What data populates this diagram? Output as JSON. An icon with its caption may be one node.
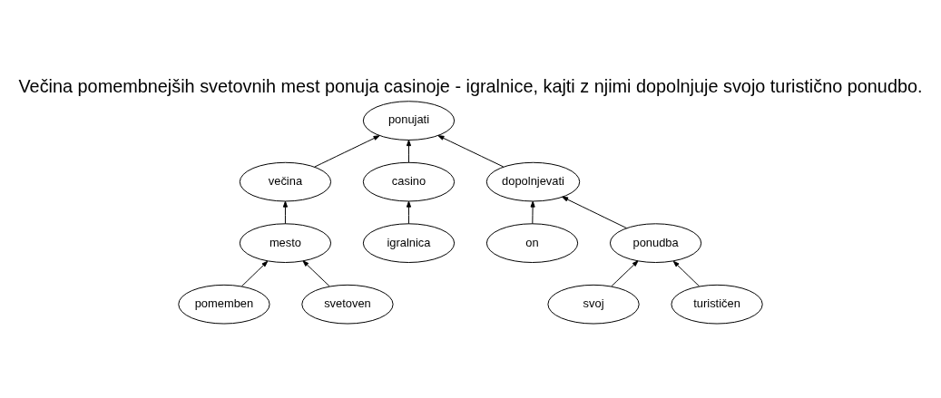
{
  "diagram": {
    "title": "Večina pomembnejših svetovnih mest ponuja casinoje - igralnice, kajti z njimi dopolnjuje svojo turistično ponudbo.",
    "nodes": [
      {
        "text": [
          "ponujati"
        ]
      },
      {
        "text": [
          "večina"
        ]
      },
      {
        "text": [
          "casino"
        ]
      },
      {
        "text": [
          "dopolnjevati"
        ]
      },
      {
        "text": [
          "mesto"
        ]
      },
      {
        "text": [
          "igralnica"
        ]
      },
      {
        "text": [
          "on"
        ]
      },
      {
        "text": [
          "ponudba"
        ]
      },
      {
        "text": [
          "pomemben"
        ]
      },
      {
        "text": [
          "svetoven"
        ]
      },
      {
        "text": [
          "svoj"
        ]
      },
      {
        "text": [
          "turističen"
        ]
      }
    ],
    "edges": [
      {
        "from": 1,
        "to": 0,
        "arrow": "to"
      },
      {
        "from": 2,
        "to": 0,
        "arrow": "to"
      },
      {
        "from": 3,
        "to": 0,
        "arrow": "to"
      },
      {
        "from": 4,
        "to": 1,
        "arrow": "to"
      },
      {
        "from": 5,
        "to": 2,
        "arrow": "to"
      },
      {
        "from": 6,
        "to": 3,
        "arrow": "to"
      },
      {
        "from": 7,
        "to": 3,
        "arrow": "to"
      },
      {
        "from": 8,
        "to": 4,
        "arrow": "to"
      },
      {
        "from": 9,
        "to": 4,
        "arrow": "to"
      },
      {
        "from": 10,
        "to": 7,
        "arrow": "to"
      },
      {
        "from": 11,
        "to": 7,
        "arrow": "to"
      }
    ]
  }
}
